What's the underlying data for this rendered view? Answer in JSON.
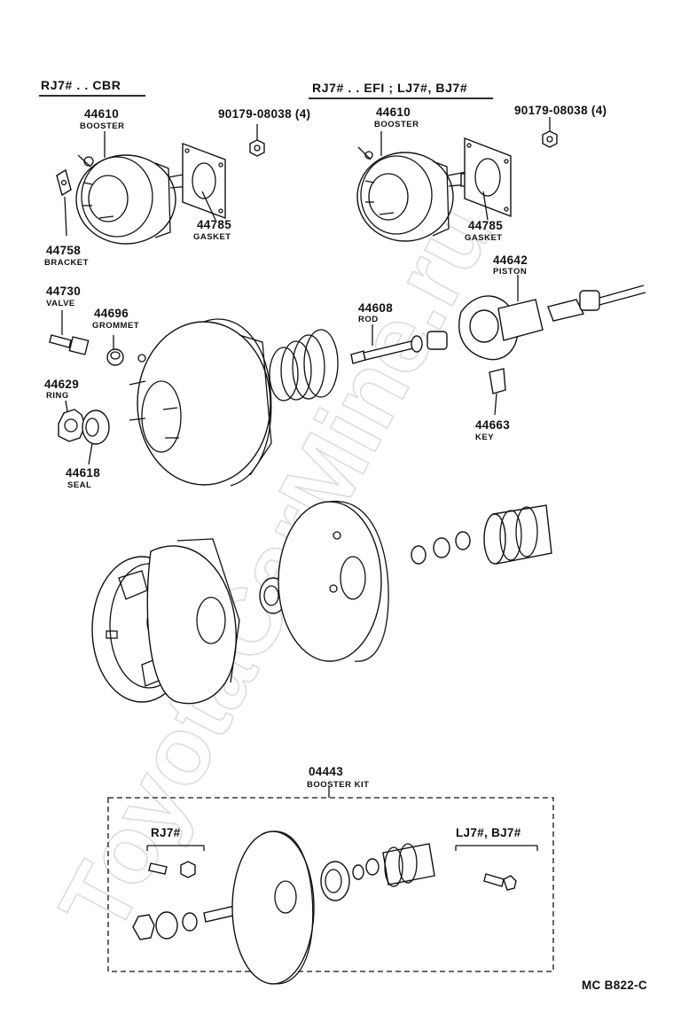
{
  "watermark": "ToyotaCarMine.ru",
  "headers": {
    "left": "RJ7# . . CBR",
    "right": "RJ7# . . EFI ; LJ7#, BJ7#"
  },
  "top_left": {
    "booster": {
      "number": "44610",
      "name": "BOOSTER"
    },
    "nut": {
      "number": "90179-08038 (4)"
    },
    "gasket": {
      "number": "44785",
      "name": "GASKET"
    },
    "bracket": {
      "number": "44758",
      "name": "BRACKET"
    }
  },
  "top_right": {
    "booster": {
      "number": "44610",
      "name": "BOOSTER"
    },
    "nut": {
      "number": "90179-08038 (4)"
    },
    "gasket": {
      "number": "44785",
      "name": "GASKET"
    }
  },
  "middle": {
    "valve": {
      "number": "44730",
      "name": "VALVE"
    },
    "grommet": {
      "number": "44696",
      "name": "GROMMET"
    },
    "ring": {
      "number": "44629",
      "name": "RING"
    },
    "seal": {
      "number": "44618",
      "name": "SEAL"
    },
    "rod": {
      "number": "44608",
      "name": "ROD"
    },
    "piston": {
      "number": "44642",
      "name": "PISTON"
    },
    "key": {
      "number": "44663",
      "name": "KEY"
    }
  },
  "kit": {
    "number": "04443",
    "name": "BOOSTER KIT",
    "left_group": "RJ7#",
    "right_group": "LJ7#, BJ7#"
  },
  "figure_code": "MC  B822-C"
}
